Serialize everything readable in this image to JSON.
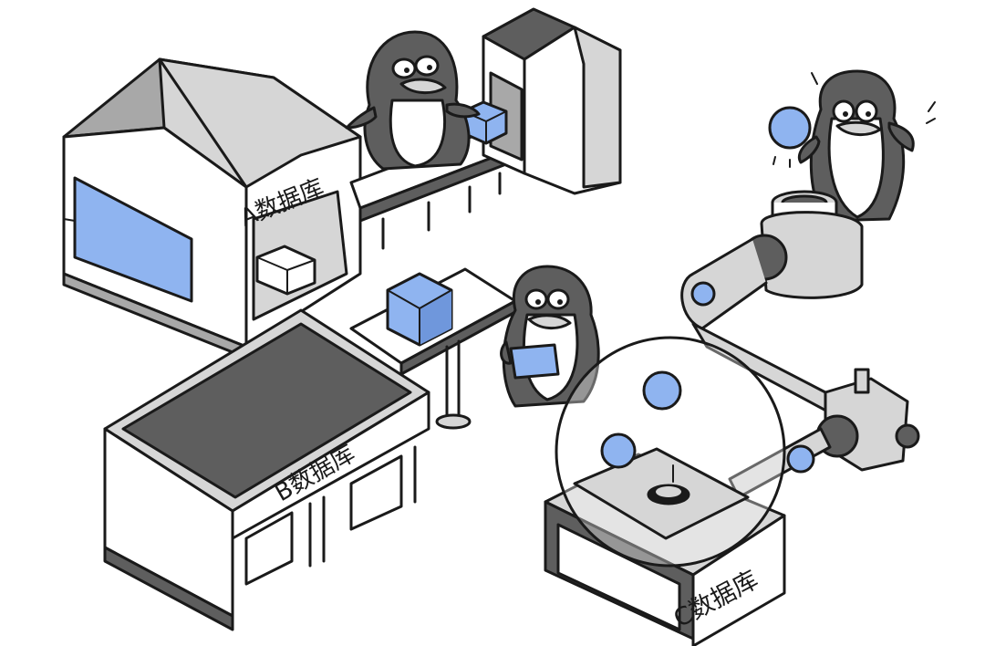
{
  "labels": {
    "a": "A数据库",
    "b": "B数据库",
    "c": "C数据库"
  },
  "colors": {
    "ink": "#1a1a1a",
    "gray_light": "#d6d6d6",
    "gray_mid": "#a8a8a8",
    "gray_dark": "#5e5e5e",
    "blue": "#8fb4f0",
    "blue_dark": "#6f97dc",
    "white": "#ffffff"
  }
}
